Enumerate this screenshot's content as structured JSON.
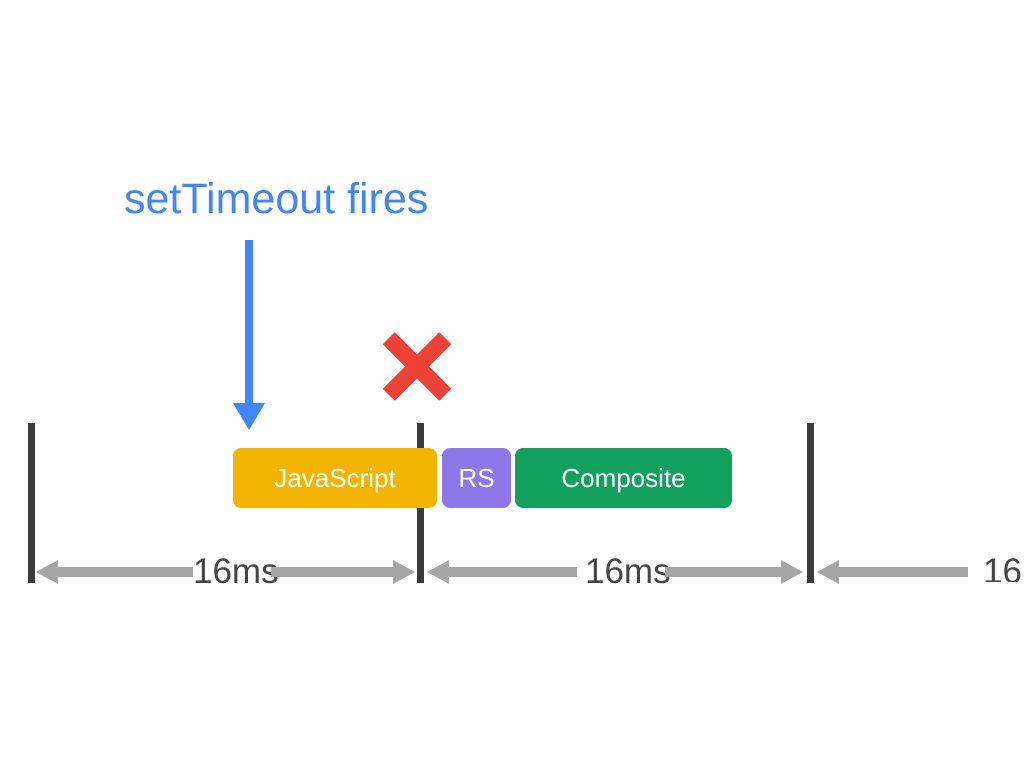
{
  "annotation": {
    "title": "setTimeout fires"
  },
  "timeline": {
    "blocks": [
      {
        "label": "JavaScript",
        "color": "#f3b400"
      },
      {
        "label": "RS",
        "color": "#8d77e9"
      },
      {
        "label": "Composite",
        "color": "#12a05f"
      }
    ],
    "frames": [
      {
        "duration_label": "16ms"
      },
      {
        "duration_label": "16ms"
      },
      {
        "duration_label": "16"
      }
    ]
  },
  "icons": {
    "down_arrow": "settimeout-arrow",
    "cross": "missed-frame-cross"
  },
  "colors": {
    "background": "#ffffff",
    "title_blue": "#4285f4",
    "arrow_blue": "#4285f4",
    "cross_red": "#ee4237",
    "frame_bar_dark": "#3b3b3b",
    "measure_gray": "#a5a5a5",
    "duration_text_gray": "#454545",
    "block_text": "#ffffff"
  }
}
